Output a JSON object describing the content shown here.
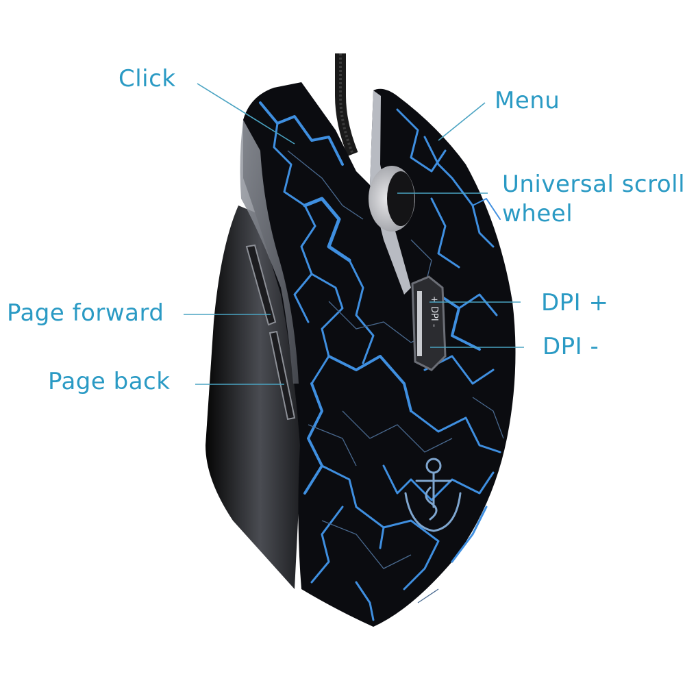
{
  "colors": {
    "label_text": "#2a9ac4",
    "leader_line": "#4aa3c2",
    "mouse_body": "#0b0c10",
    "crackle": "#3f8fe0",
    "side_grey": "#7d8088",
    "background": "#ffffff"
  },
  "product": {
    "name": "gaming mouse",
    "logo_icon": "anchor-icon",
    "dpi_button_text": "+ DPI -"
  },
  "callouts": [
    {
      "id": "click",
      "label": "Click"
    },
    {
      "id": "menu",
      "label": "Menu"
    },
    {
      "id": "scroll",
      "label_line1": "Universal scroll",
      "label_line2": "wheel"
    },
    {
      "id": "dpi_plus",
      "label": "DPI +"
    },
    {
      "id": "dpi_minus",
      "label": "DPI -"
    },
    {
      "id": "page_forward",
      "label": "Page forward"
    },
    {
      "id": "page_back",
      "label": "Page back"
    }
  ]
}
